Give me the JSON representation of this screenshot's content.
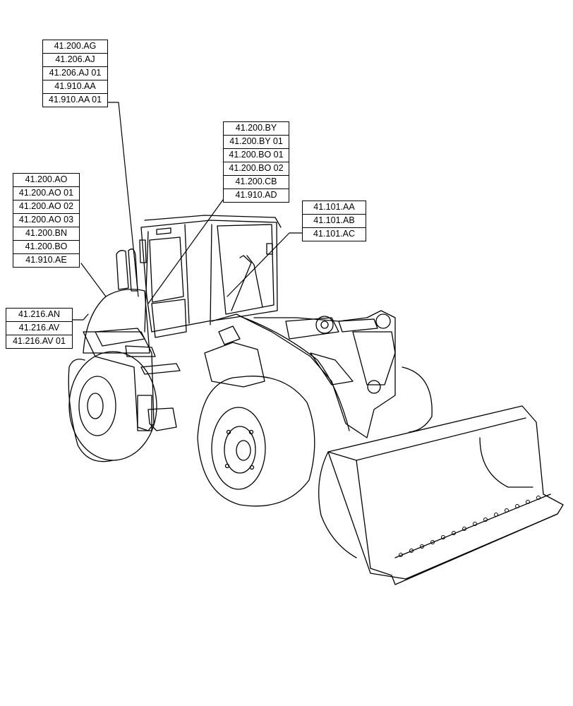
{
  "callout_groups": {
    "top": [
      "41.200.AG",
      "41.206.AJ",
      "41.206.AJ 01",
      "41.910.AA",
      "41.910.AA 01"
    ],
    "cab": [
      "41.200.BY",
      "41.200.BY 01",
      "41.200.BO 01",
      "41.200.BO 02",
      "41.200.CB",
      "41.910.AD"
    ],
    "left": [
      "41.200.AO",
      "41.200.AO 01",
      "41.200.AO 02",
      "41.200.AO 03",
      "41.200.BN",
      "41.200.BO",
      "41.910.AE"
    ],
    "right": [
      "41.101.AA",
      "41.101.AB",
      "41.101.AC"
    ],
    "rear": [
      "41.216.AN",
      "41.216.AV",
      "41.216.AV 01"
    ]
  }
}
